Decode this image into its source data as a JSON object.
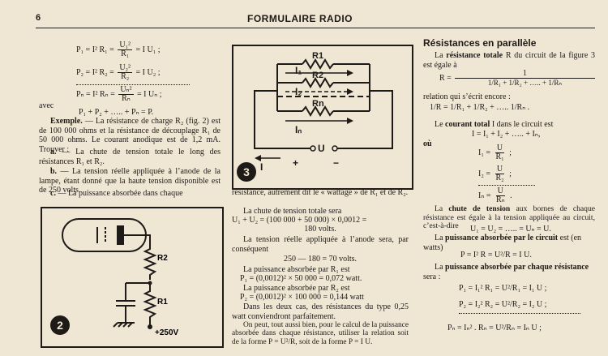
{
  "header": {
    "page_number": "6",
    "running_title": "FORMULAIRE RADIO"
  },
  "col1": {
    "eq1": {
      "lhs": "P₁ = I² R₁ =",
      "num": "U₁²",
      "den": "R₁",
      "rhs": "= I U₁ ;"
    },
    "eq2": {
      "lhs": "P₂ = I² R₂ =",
      "num": "U₂²",
      "den": "R₂",
      "rhs": "= I U₂ ;"
    },
    "eq3": {
      "lhs": "Pₙ = I² Rₙ =",
      "num": "Uₙ²",
      "den": "Rₙ",
      "rhs": "= I Uₙ ;"
    },
    "avec": "avec",
    "sum": "P₁ + P₂ + ….. + Pₙ = P.",
    "example_label": "Exemple.",
    "example_text": " — La résistance de charge R₂ (fig. 2) est de 100 000 ohms et la résistance de découplage R₁ de 50 000 ohms. Le courant anodique est de 1,2 mA. Trouver :",
    "item_a_label": "a.",
    "item_a": " — La chute de tension totale le long des résistances R₁ et R₂.",
    "item_b_label": "b.",
    "item_b": " — La tension réelle appliquée à l’anode de la lampe, étant donné que la haute tension disponible est de 250 volts.",
    "item_c_label": "c.",
    "item_c": " — La puissance absorbée dans chaque"
  },
  "fig2": {
    "number": "2",
    "r2_label": "R2",
    "r1_label": "R1",
    "voltage_label": "+250V"
  },
  "fig3": {
    "number": "3",
    "r1_label": "R1",
    "r2_label": "R2",
    "rn_label": "Rn",
    "i1_label": "I₁",
    "i2_label": "I₂",
    "in_label": "Iₙ",
    "i_label": "I",
    "plus": "+",
    "minus": "−",
    "u_label": "U"
  },
  "col2": {
    "cont": "résistance, autrement dit le « wattage » de R₁ et de R₂.",
    "p1": "La chute de tension totale sera",
    "p1_eq": "U₁ + U₂ = (100 000 + 50 000) × 0,0012 =",
    "p1_res": "180 volts.",
    "p2": "La tension réelle appliquée à l’anode sera, par conséquent",
    "p2_eq": "250 — 180 = 70 volts.",
    "p3": "La puissance absorbée par R₁ est",
    "p3_eq": "P₁ = (0,0012)² × 50 000 = 0,072 watt.",
    "p4": "La puissance absorbée par R₂ est",
    "p4_eq": "P₂ = (0,0012)² × 100 000 = 0,144 watt",
    "p5": "Dans les deux cas, des résistances du type 0,25 watt conviendront parfaitement.",
    "p6": "On peut, tout aussi bien, pour le calcul de la puissance absorbée dans chaque résistance, utiliser la relation soit de la forme P = U²/R, soit de la forme P = I U."
  },
  "col3": {
    "title": "Résistances en parallèle",
    "intro_pre": "La ",
    "intro_bold": "résistance totale",
    "intro_post": " R du circuit de la figure 3 est égale à",
    "r_eq_lhs": "R =",
    "r_eq_num": "1",
    "r_eq_den": "1/R₁ + 1/R₂ + ….. + 1/Rₙ",
    "relation": "relation qui s’écrit encore :",
    "inv_eq_lhs": "1/R",
    "inv_eq_rhs": "= 1/R₁ + 1/R₂ + ….. 1/Rₙ .",
    "courant_pre": "Le ",
    "courant_bold": "courant total",
    "courant_post": " I dans le circuit est",
    "courant_eq": "I = I₁ + I₂ + ….. + Iₙ,",
    "ou": "où",
    "i1_eq": "I₁ =",
    "i2_eq": "I₂ =",
    "in_eq": "Iₙ =",
    "u_num": "U",
    "r1_den": "R₁",
    "r2_den": "R₂",
    "rn_den": "Rₙ",
    "chute_pre": "La ",
    "chute_bold": "chute de tension",
    "chute_post": " aux bornes de chaque résistance est égale à la tension appliquée au circuit, c’est-à-dire",
    "chute_eq": "U₁ = U₂ = ….. = Uₙ = U.",
    "puiss_pre": "La ",
    "puiss_bold": "puissance absorbée par le circuit",
    "puiss_post": " est (en watts)",
    "p_eq": "P = I² R = U²/R = I U.",
    "puiss_each_pre": "La ",
    "puiss_each_bold": "puissance absorbée par chaque résistance",
    "puiss_each_post": " sera :",
    "pe1": "P₁ = I₁² R₁ = U²/R₁ = I₁ U ;",
    "pe2": "P₂ = I₂² R₂ = U²/R₂ = I₂ U ;",
    "pen": "Pₙ = Iₙ² . Rₙ = U²/Rₙ = Iₙ U ;"
  }
}
